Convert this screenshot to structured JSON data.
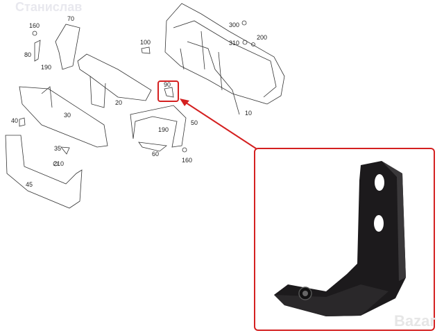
{
  "watermarks": {
    "top": "Станислав",
    "bottom": "Bazar"
  },
  "part_labels": [
    "70",
    "160",
    "80",
    "190",
    "100",
    "90",
    "20",
    "30",
    "40",
    "50",
    "190",
    "60",
    "160",
    "35",
    "210",
    "45",
    "300",
    "310",
    "200",
    "10"
  ],
  "highlighted_part": "90",
  "colors": {
    "highlight": "#d42020",
    "line": "#333333",
    "photo_background": "#ffffff",
    "part_photo": "#1c1a1c"
  }
}
